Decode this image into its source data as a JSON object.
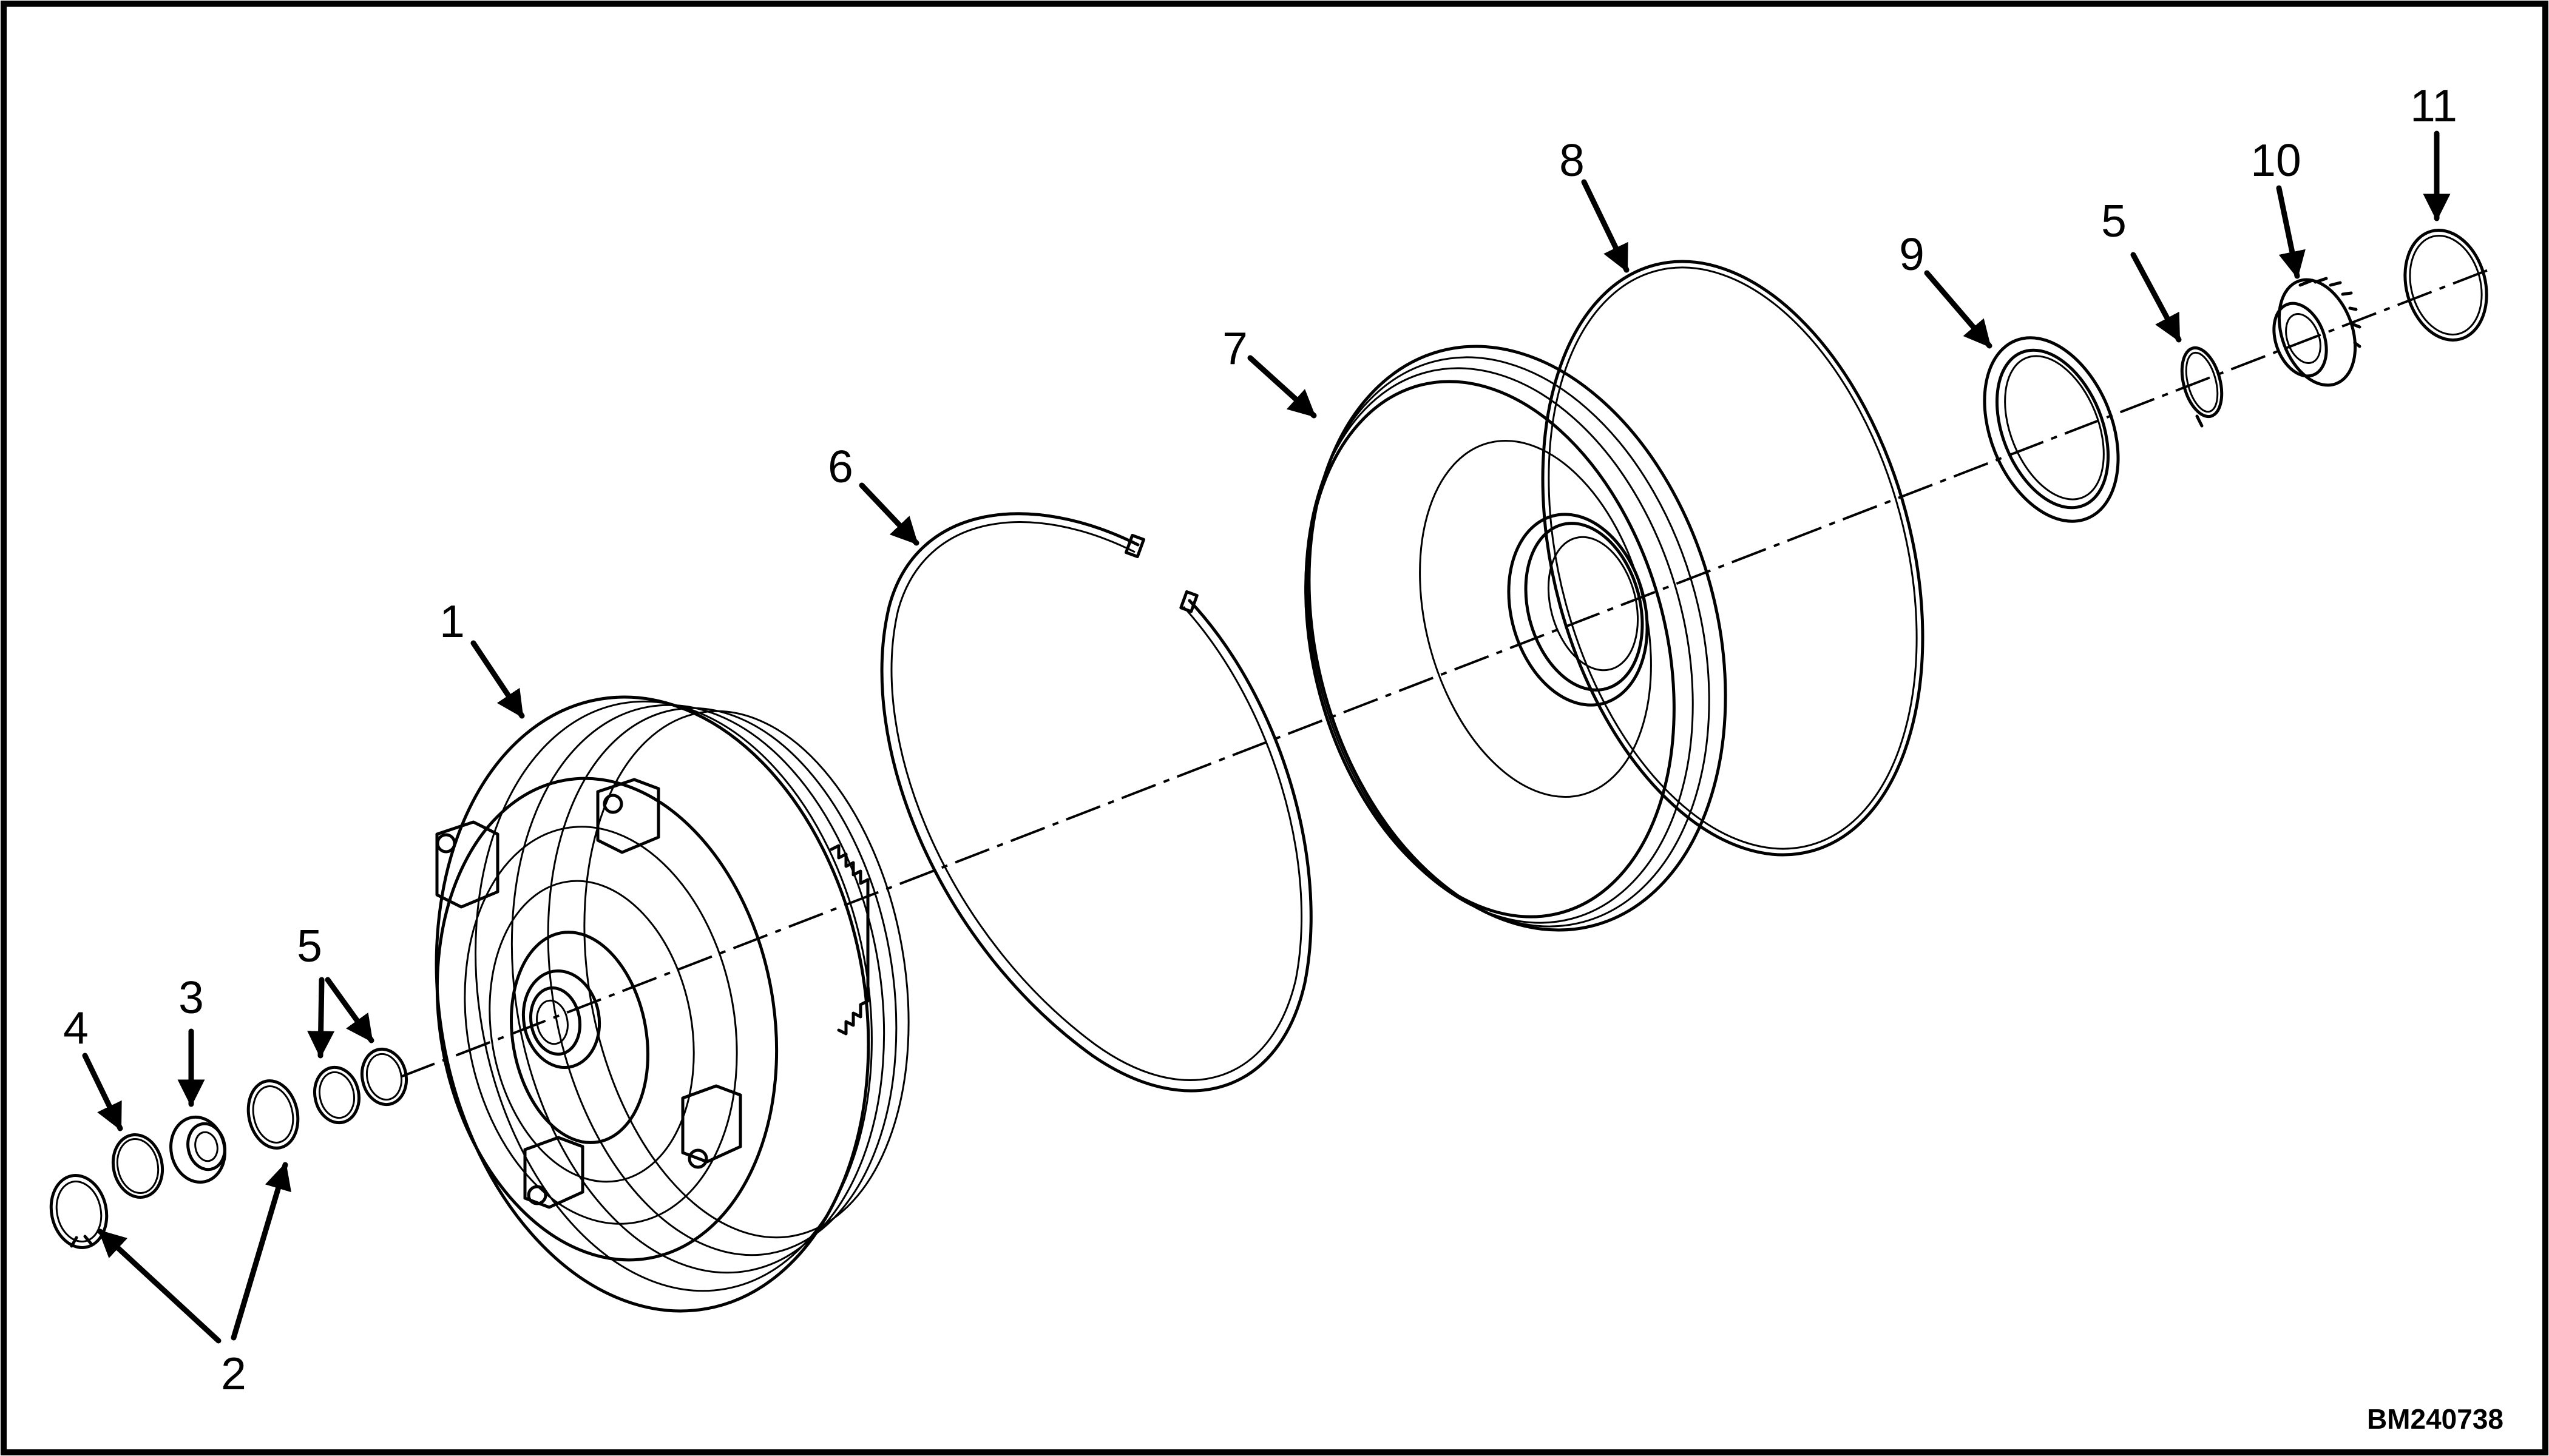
{
  "figure_id": "BM240738",
  "callouts": {
    "c1": "1",
    "c2": "2",
    "c3": "3",
    "c4": "4",
    "c5a": "5",
    "c5b": "5",
    "c6": "6",
    "c7": "7",
    "c8": "8",
    "c9": "9",
    "c10": "10",
    "c11": "11"
  },
  "parts": [
    {
      "callout": "1",
      "icon": "torque-converter-icon"
    },
    {
      "callout": "2",
      "icon": "retaining-ring-icon"
    },
    {
      "callout": "3",
      "icon": "bushing-icon"
    },
    {
      "callout": "4",
      "icon": "washer-icon"
    },
    {
      "callout": "5",
      "icon": "snap-ring-icon"
    },
    {
      "callout": "6",
      "icon": "large-split-ring-icon"
    },
    {
      "callout": "7",
      "icon": "housing-cover-icon"
    },
    {
      "callout": "8",
      "icon": "o-ring-icon"
    },
    {
      "callout": "9",
      "icon": "seal-icon"
    },
    {
      "callout": "10",
      "icon": "bearing-icon"
    },
    {
      "callout": "11",
      "icon": "ring-icon"
    }
  ]
}
